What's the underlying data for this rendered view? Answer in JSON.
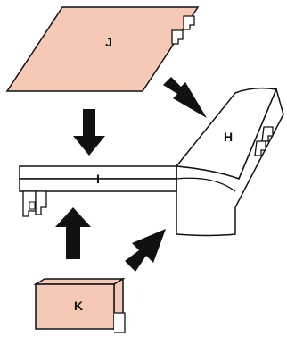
{
  "colors": {
    "part_fill": "#f6c9b7",
    "frame_fill": "#ffffff",
    "stroke": "#111111",
    "arrow": "#111111",
    "background": "#ffffff"
  },
  "parts": {
    "j": {
      "label": "J"
    },
    "h": {
      "label": "H"
    },
    "i": {
      "label": "I"
    },
    "k": {
      "label": "K"
    }
  }
}
